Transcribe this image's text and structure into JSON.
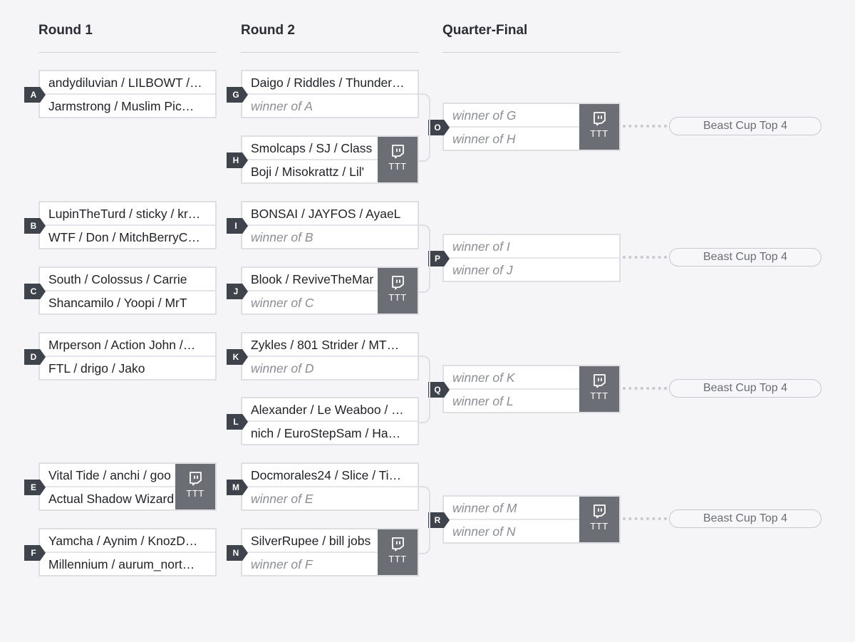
{
  "rounds": [
    {
      "title": "Round 1"
    },
    {
      "title": "Round 2"
    },
    {
      "title": "Quarter-Final"
    }
  ],
  "stream_label": "TTT",
  "stream_icon": "twitch-icon",
  "placement_label": "Beast Cup Top 4",
  "matches": [
    {
      "id": "A",
      "round": 0,
      "top": "andydiluvian / LILBOWT /…",
      "bottom": "Jarmstrong / Muslim Pic…",
      "stream": false
    },
    {
      "id": "B",
      "round": 0,
      "top": "LupinTheTurd / sticky / kr…",
      "bottom": "WTF / Don / MitchBerryC…",
      "stream": false
    },
    {
      "id": "C",
      "round": 0,
      "top": "South / Colossus / Carrie",
      "bottom": "Shancamilo / Yoopi / MrT",
      "stream": false
    },
    {
      "id": "D",
      "round": 0,
      "top": "Mrperson / Action John /…",
      "bottom": "FTL / drigo / Jako",
      "stream": false
    },
    {
      "id": "E",
      "round": 0,
      "top": "Vital Tide / anchi / goo",
      "bottom": "Actual Shadow Wizard",
      "stream": true
    },
    {
      "id": "F",
      "round": 0,
      "top": "Yamcha / Aynim / KnozD…",
      "bottom": "Millennium / aurum_nort…",
      "stream": false
    },
    {
      "id": "G",
      "round": 1,
      "top": "Daigo / Riddles / Thunder…",
      "bottom": "winner of A",
      "bottom_placeholder": true,
      "stream": false
    },
    {
      "id": "H",
      "round": 1,
      "top": "Smolcaps / SJ / Class",
      "bottom": "Boji / Misokrattz / Lil'",
      "stream": true
    },
    {
      "id": "I",
      "round": 1,
      "top": "BONSAI / JAYFOS / AyaeL",
      "bottom": "winner of B",
      "bottom_placeholder": true,
      "stream": false
    },
    {
      "id": "J",
      "round": 1,
      "top": "Blook / ReviveTheMar",
      "bottom": "winner of C",
      "bottom_placeholder": true,
      "stream": true
    },
    {
      "id": "K",
      "round": 1,
      "top": "Zykles / 801 Strider / MT…",
      "bottom": "winner of D",
      "bottom_placeholder": true,
      "stream": false
    },
    {
      "id": "L",
      "round": 1,
      "top": "Alexander / Le Weaboo / …",
      "bottom": "nich / EuroStepSam / Ha…",
      "stream": false
    },
    {
      "id": "M",
      "round": 1,
      "top": "Docmorales24 / Slice / Ti…",
      "bottom": "winner of E",
      "bottom_placeholder": true,
      "stream": false
    },
    {
      "id": "N",
      "round": 1,
      "top": "SilverRupee / bill jobs",
      "bottom": "winner of F",
      "bottom_placeholder": true,
      "stream": true
    },
    {
      "id": "O",
      "round": 2,
      "top": "winner of G",
      "bottom": "winner of H",
      "top_placeholder": true,
      "bottom_placeholder": true,
      "stream": true
    },
    {
      "id": "P",
      "round": 2,
      "top": "winner of I",
      "bottom": "winner of J",
      "top_placeholder": true,
      "bottom_placeholder": true,
      "stream": false
    },
    {
      "id": "Q",
      "round": 2,
      "top": "winner of K",
      "bottom": "winner of L",
      "top_placeholder": true,
      "bottom_placeholder": true,
      "stream": true
    },
    {
      "id": "R",
      "round": 2,
      "top": "winner of M",
      "bottom": "winner of N",
      "top_placeholder": true,
      "bottom_placeholder": true,
      "stream": true
    }
  ]
}
